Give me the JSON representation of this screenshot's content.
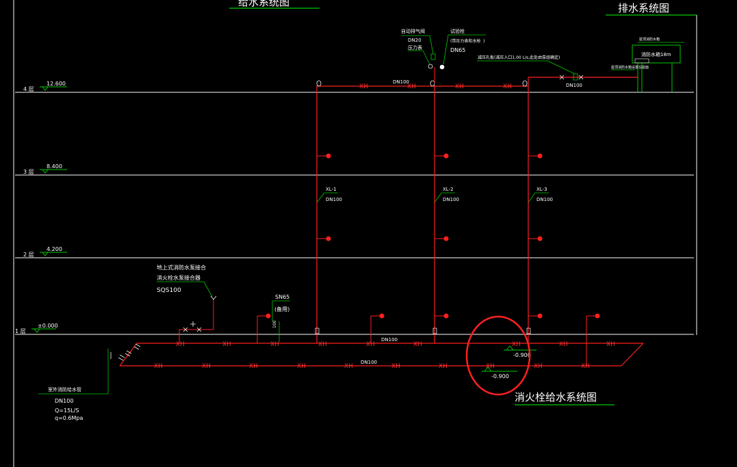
{
  "titles": {
    "top_left": "给水系统图",
    "top_right": "排水系统图",
    "bottom": "消火栓给水系统图"
  },
  "floors": [
    {
      "label": "4 层",
      "elev": "12.600"
    },
    {
      "label": "3 层",
      "elev": "8.400"
    },
    {
      "label": "2 层",
      "elev": "4.200"
    },
    {
      "label": "1 层",
      "elev": "±0.000"
    }
  ],
  "risers": [
    {
      "name": "XL-1",
      "dn": "DN100"
    },
    {
      "name": "XL-2",
      "dn": "DN100"
    },
    {
      "name": "XL-3",
      "dn": "DN100"
    }
  ],
  "pipe_code": "XH",
  "top_labels": {
    "exhaust_valve": "自动排气阀",
    "exhaust_dn": "DN20",
    "pressure_gauge": "压力表",
    "test_hydrant": "试验栓",
    "test_hydrant_note": "(带压力表和水枪",
    "test_hydrant_note_end": ")",
    "test_dn": "DN65",
    "main_dn": "DN100",
    "tank_pipe_note": "减压孔板(减压入口1.00 L/s,此处由泵组确定)",
    "tank_dn": "DN100",
    "tank_title": "屋顶消防水箱",
    "tank_label": "消防水箱18m",
    "tank_note": "屋顶消防水箱设置在屋面"
  },
  "ground_labels": {
    "pump_adapter_l1": "地上式消防水泵接合",
    "pump_adapter_l2": "消火栓水泵接合器",
    "pump_adapter_model": "SQS100",
    "hydrant_dn": "SN65",
    "hydrant_note": "(备用)",
    "hydrant_size": "100",
    "pipe_dn_1": "DN100",
    "pipe_dn_2": "DN100",
    "elev_1": "-0.900",
    "elev_2": "-0.900"
  },
  "inlet": {
    "title": "室外消防给水管",
    "dn": "DN100",
    "q_flow": "Q=15L/S",
    "pressure": "q=0.6Mpa"
  },
  "colors": {
    "pipe": "#ff2020",
    "leader": "#00cc00",
    "floor_line": "#ffffff",
    "text": "#ffffff",
    "highlight": "#ff2020"
  }
}
